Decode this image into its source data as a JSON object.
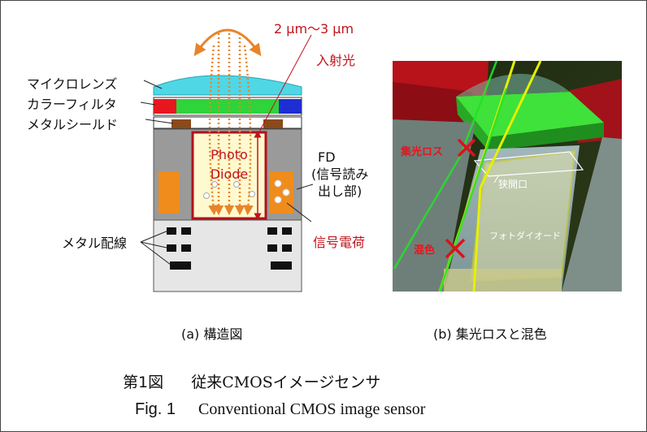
{
  "panel_a": {
    "labels": {
      "microlens": "マイクロレンズ",
      "color_filter": "カラーフィルタ",
      "metal_shield": "メタルシールド",
      "metal_wiring": "メタル配線",
      "dimension": "2 μm〜3 μm",
      "incident_light": "入射光",
      "photodiode_line1": "Photo",
      "photodiode_line2": "Diode",
      "fd_line1": "FD",
      "fd_line2": "(信号読み",
      "fd_line3": "出し部)",
      "signal_charge": "信号電荷"
    },
    "caption": "(a) 構造図"
  },
  "panel_b": {
    "labels": {
      "light_loss": "集光ロス",
      "narrow_aperture": "狭開口",
      "photodiode": "フォトダイオード",
      "color_mixing": "混色"
    },
    "caption": "(b) 集光ロスと混色"
  },
  "figure_title": {
    "jp_number": "第1図",
    "jp_text": "従来CMOSイメージセンサ",
    "en_number": "Fig. 1",
    "en_text": "Conventional CMOS image sensor"
  },
  "colors": {
    "red_label": "#c0141b",
    "orange_arrow": "#e8842a",
    "microlens": "#4fd7e6",
    "green_filter": "#2fd33a",
    "red_filter": "#e8171f",
    "photodiode_fill": "#fff9cf",
    "substrate_gray": "#9a9a9a"
  }
}
